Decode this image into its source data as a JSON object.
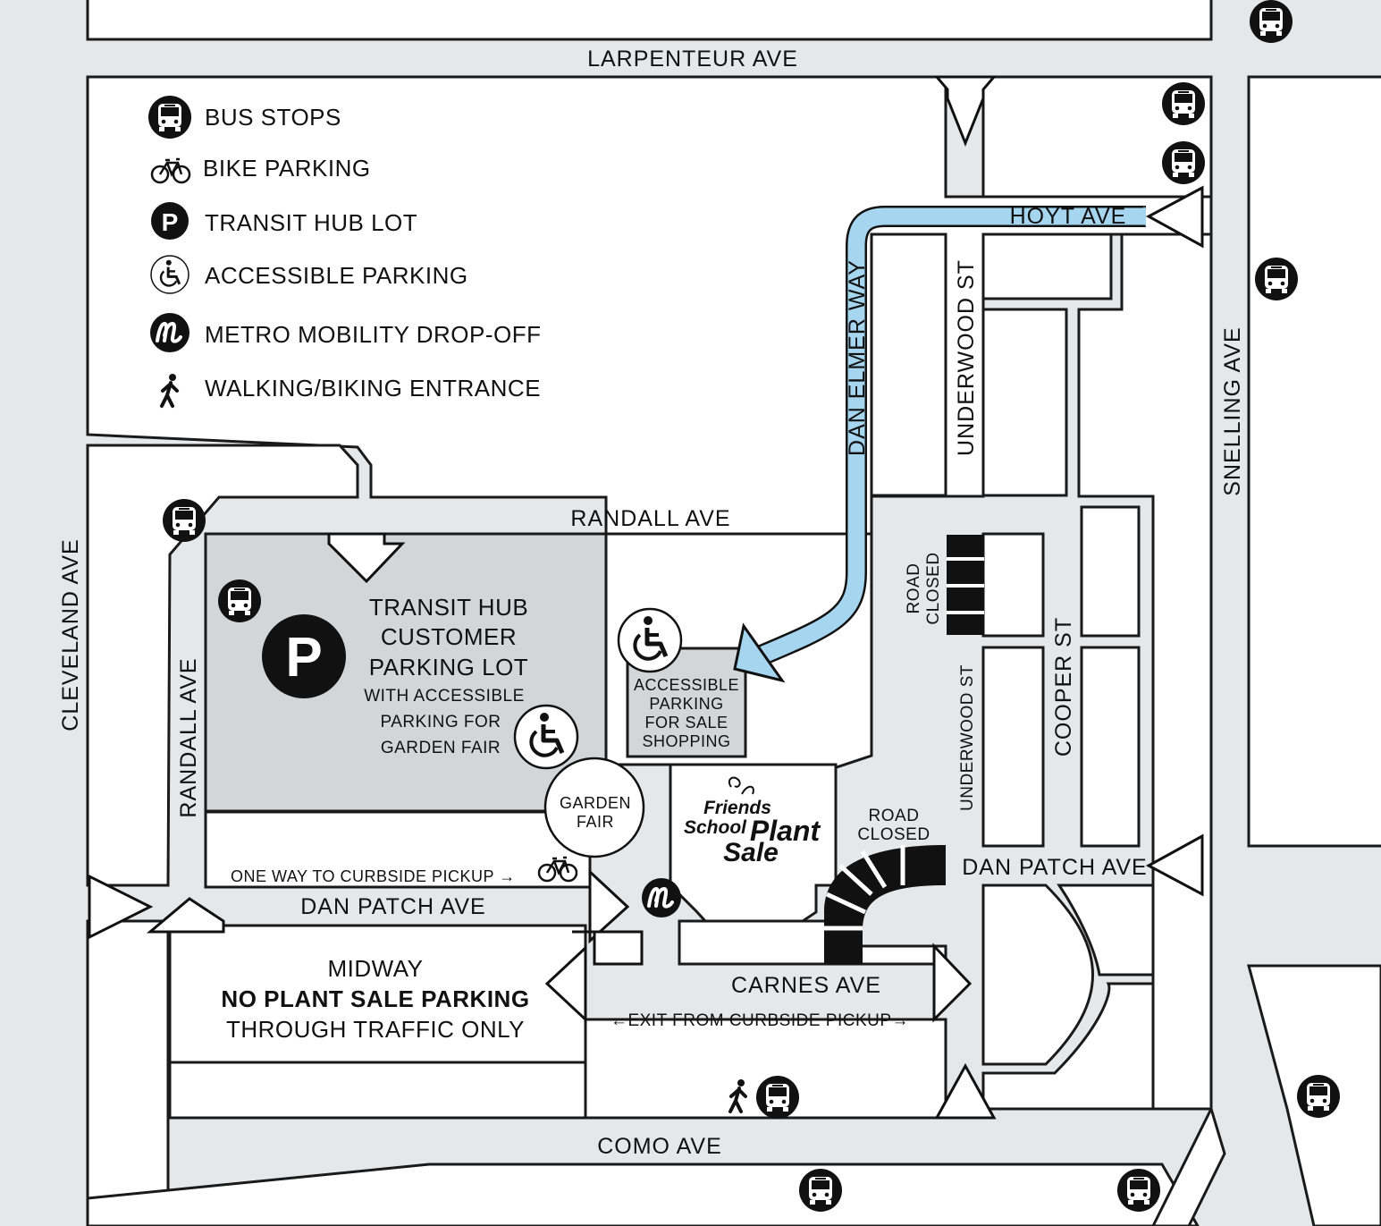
{
  "legend": {
    "bus_stops": "BUS STOPS",
    "bike_parking": "BIKE PARKING",
    "transit_hub_lot": "TRANSIT HUB LOT",
    "accessible_parking": "ACCESSIBLE PARKING",
    "metro_mobility": "METRO MOBILITY DROP-OFF",
    "walking_biking": "WALKING/BIKING ENTRANCE"
  },
  "streets": {
    "larpenteur": "LARPENTEUR AVE",
    "hoyt": "HOYT AVE",
    "dan_elmer": "DAN ELMER WAY",
    "underwood_top": "UNDERWOOD ST",
    "underwood_bottom": "UNDERWOOD ST",
    "snelling": "SNELLING AVE",
    "cleveland": "CLEVELAND AVE",
    "randall_top": "RANDALL AVE",
    "randall_side": "RANDALL AVE",
    "cooper": "COOPER ST",
    "dan_patch_left": "DAN PATCH AVE",
    "dan_patch_right": "DAN PATCH AVE",
    "carnes": "CARNES AVE",
    "como": "COMO AVE"
  },
  "areas": {
    "transit_hub_1": "TRANSIT HUB",
    "transit_hub_2": "CUSTOMER",
    "transit_hub_3": "PARKING LOT",
    "transit_hub_4": "WITH ACCESSIBLE",
    "transit_hub_5": "PARKING FOR",
    "transit_hub_6": "GARDEN FAIR",
    "acc_1": "ACCESSIBLE",
    "acc_2": "PARKING",
    "acc_3": "FOR SALE",
    "acc_4": "SHOPPING",
    "garden_1": "GARDEN",
    "garden_2": "FAIR",
    "logo_1": "Friends",
    "logo_2": "School",
    "logo_3": "Plant",
    "logo_4": "Sale",
    "road_closed_v_1": "ROAD",
    "road_closed_v_2": "CLOSED",
    "road_closed_h_1": "ROAD",
    "road_closed_h_2": "CLOSED",
    "midway_1": "MIDWAY",
    "midway_2": "NO PLANT SALE PARKING",
    "midway_3": "THROUGH TRAFFIC ONLY",
    "one_way": "ONE WAY TO CURBSIDE PICKUP →",
    "exit": "←EXIT FROM CURBSIDE PICKUP→"
  },
  "colors": {
    "road": "#e6e7e8",
    "lot": "#d4d5d6",
    "route": "#a6d5f0",
    "ink": "#111111"
  }
}
